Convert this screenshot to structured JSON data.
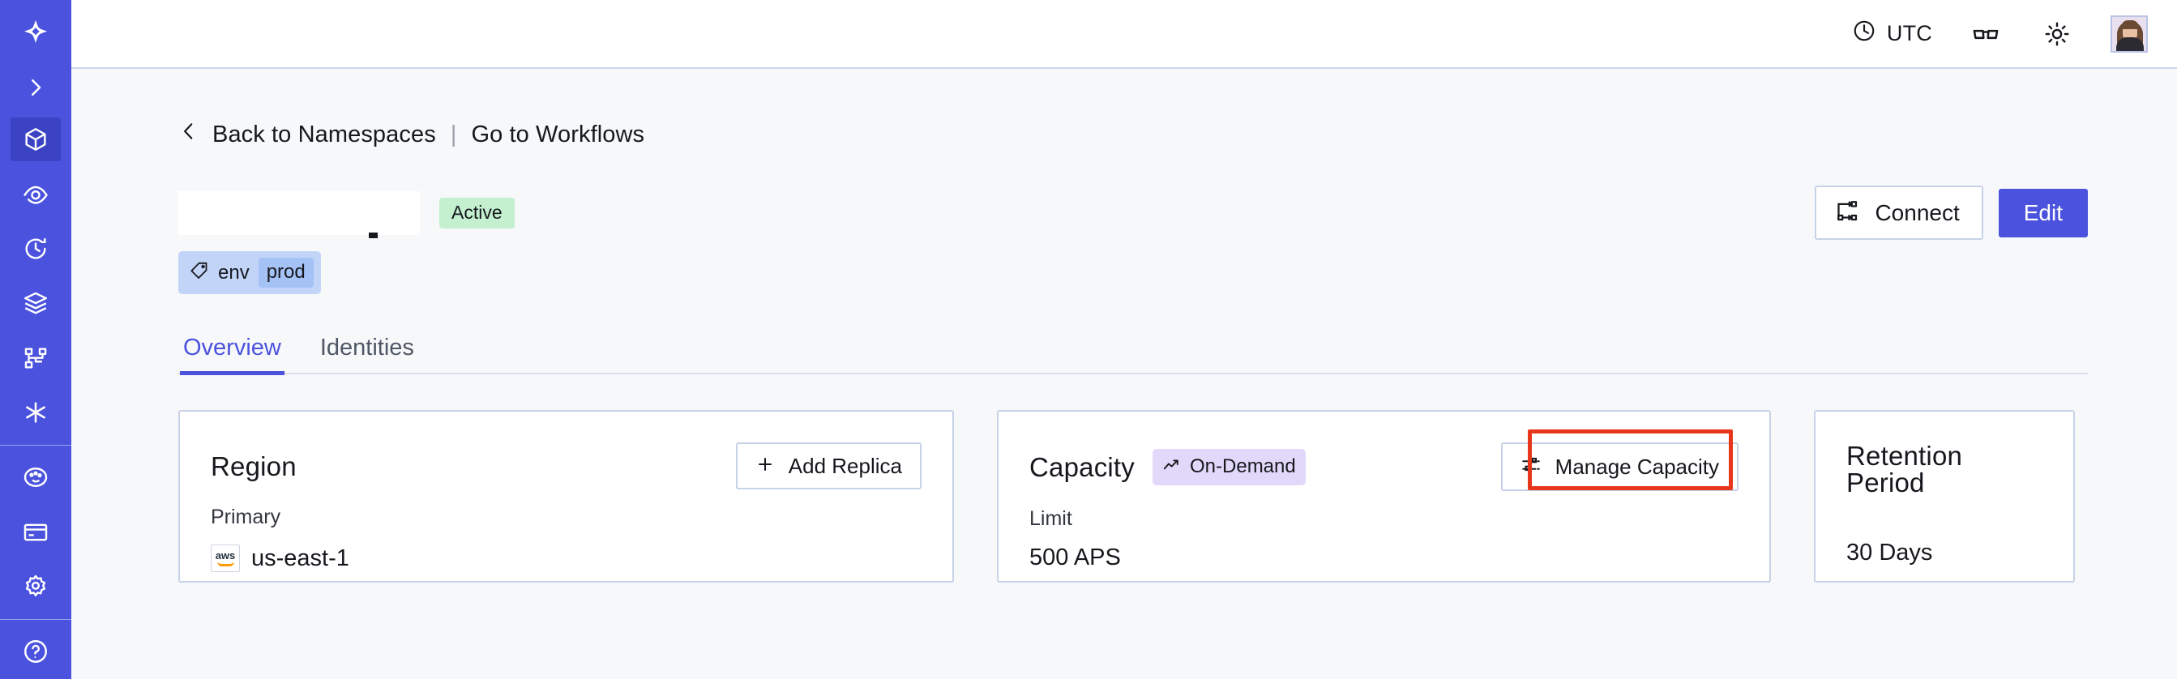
{
  "theme": {
    "brand_indigo": "#4b53de",
    "sidebar_active": "#3b43c4",
    "page_bg": "#f7f8fa",
    "card_border": "#c7d2e8",
    "badge_active_bg": "#c4f0d0",
    "badge_ondemand_bg": "#e2d9fa",
    "tag_bg": "#c3d4f9",
    "tag_value_bg": "#a5c2f6",
    "annotation_red": "#e8361b"
  },
  "sidebar": {
    "logo_icon": "temporal-logo-icon",
    "collapse_icon": "chevron-right-icon",
    "items": [
      {
        "icon": "cube-icon",
        "name": "namespaces",
        "active": true
      },
      {
        "icon": "eye-radar-icon",
        "name": "observability",
        "active": false
      },
      {
        "icon": "history-icon",
        "name": "history",
        "active": false
      },
      {
        "icon": "layers-icon",
        "name": "layers",
        "active": false
      },
      {
        "icon": "workflow-icon",
        "name": "workflows",
        "active": false
      },
      {
        "icon": "asterisk-icon",
        "name": "integrations",
        "active": false
      }
    ],
    "items_lower": [
      {
        "icon": "palette-icon",
        "name": "appearance",
        "active": false
      },
      {
        "icon": "credit-card-icon",
        "name": "billing",
        "active": false
      },
      {
        "icon": "gear-icon",
        "name": "settings",
        "active": false
      }
    ]
  },
  "topbar": {
    "timezone_label": "UTC",
    "clock_icon": "clock-icon",
    "glasses_icon": "glasses-icon",
    "theme_icon": "sun-icon",
    "avatar_icon": "user-avatar"
  },
  "breadcrumb": {
    "back_icon": "chevron-left-icon",
    "back_label": "Back to Namespaces",
    "separator": "|",
    "forward_label": "Go to Workflows"
  },
  "header": {
    "namespace_name": "",
    "status_badge": "Active",
    "connect_label": "Connect",
    "connect_icon": "connect-network-icon",
    "edit_label": "Edit",
    "tag": {
      "icon": "tag-icon",
      "key": "env",
      "value": "prod"
    }
  },
  "tabs": [
    {
      "label": "Overview",
      "active": true
    },
    {
      "label": "Identities",
      "active": false
    }
  ],
  "cards": {
    "region": {
      "title": "Region",
      "action_label": "Add Replica",
      "action_icon": "plus-icon",
      "label": "Primary",
      "provider_icon": "aws-logo",
      "value": "us-east-1"
    },
    "capacity": {
      "title": "Capacity",
      "badge_label": "On-Demand",
      "badge_icon": "trending-up-icon",
      "action_label": "Manage Capacity",
      "action_icon": "sliders-icon",
      "label": "Limit",
      "value": "500 APS",
      "highlighted": true
    },
    "retention": {
      "title": "Retention Period",
      "value": "30 Days"
    }
  }
}
